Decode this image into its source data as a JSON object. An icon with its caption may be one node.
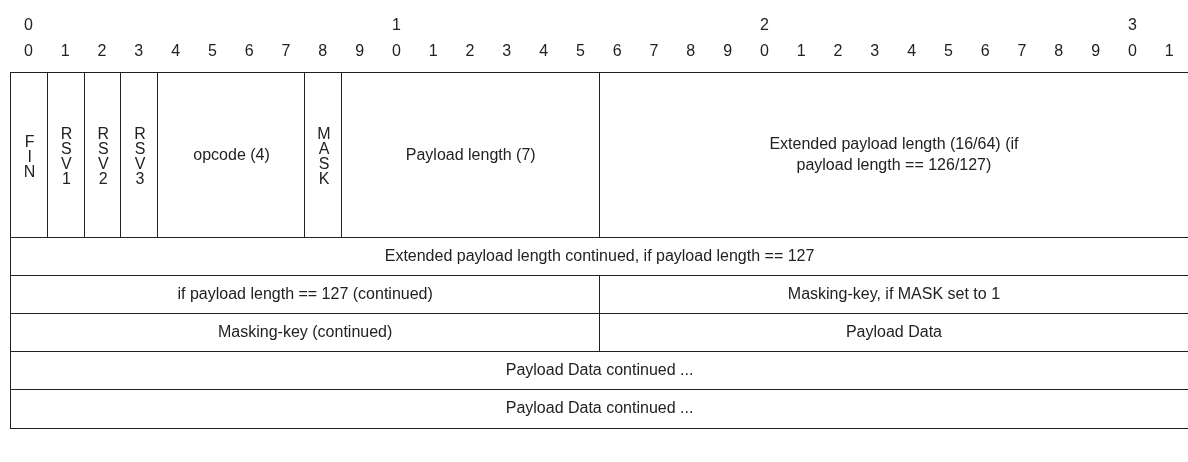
{
  "diagram": {
    "nodes": [
      {
        "text": [
          "FIN"
        ]
      },
      {
        "text": [
          "RSV1"
        ]
      },
      {
        "text": [
          "RSV2"
        ]
      },
      {
        "text": [
          "RSV3"
        ]
      },
      {
        "text": [
          "opcode (4)"
        ]
      },
      {
        "text": [
          "MASK"
        ]
      },
      {
        "text": [
          "Payload length (7)"
        ]
      },
      {
        "text": [
          "Extended payload length (16/64) (if payload length == 126/127)"
        ]
      },
      {
        "text": [
          "Extended payload length continued, if payload length == 127"
        ]
      },
      {
        "text": [
          "if payload length == 127 (continued)"
        ]
      },
      {
        "text": [
          "Masking-key, if MASK set to 1"
        ]
      },
      {
        "text": [
          "Masking-key (continued)"
        ]
      },
      {
        "text": [
          "Payload Data"
        ]
      },
      {
        "text": [
          "Payload Data continued ..."
        ]
      },
      {
        "text": [
          "Payload Data continued ..."
        ]
      }
    ],
    "labels": [
      "0",
      "1",
      "2",
      "3",
      "0",
      "1",
      "2",
      "3",
      "4",
      "5",
      "6",
      "7",
      "8",
      "9",
      "0",
      "1",
      "2",
      "3",
      "4",
      "5",
      "6",
      "7",
      "8",
      "9",
      "0",
      "1",
      "2",
      "3",
      "4",
      "5",
      "6",
      "7",
      "8",
      "9",
      "0",
      "1"
    ]
  }
}
